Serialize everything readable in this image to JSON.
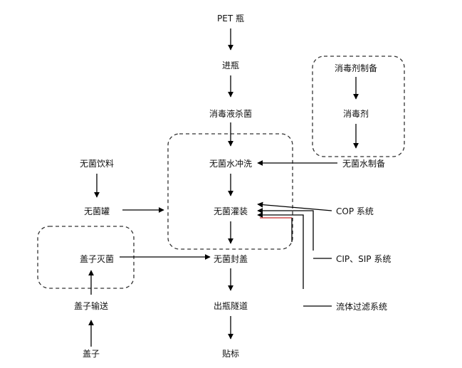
{
  "nodes": {
    "pet_bottle": "PET 瓶",
    "bottle_feed": "进瓶",
    "disinfectant_sterilize": "消毒液杀菌",
    "sterile_water_rinse": "无菌水冲洗",
    "sterile_filling": "无菌灌装",
    "sterile_capping": "无菌封盖",
    "bottle_exit_tunnel": "出瓶隧道",
    "labeling": "贴标",
    "sterile_beverage": "无菌饮料",
    "sterile_tank": "无菌罐",
    "cap_sterilize": "盖子灭菌",
    "cap_conveying": "盖子输送",
    "caps": "盖子",
    "disinfectant_prep": "消毒剂制备",
    "disinfectant": "消毒剂",
    "sterile_water_prep": "无菌水制备",
    "cop_system": "COP 系统",
    "cip_sip_system": "CIP、SIP 系统",
    "fluid_filter_system": "流体过滤系统"
  }
}
